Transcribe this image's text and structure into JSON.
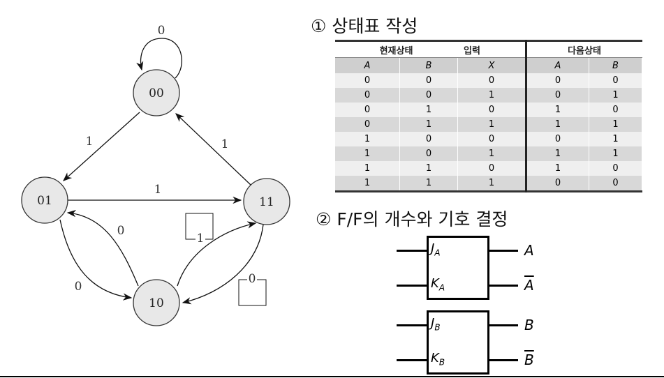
{
  "state_diagram": {
    "states": [
      "00",
      "01",
      "11",
      "10"
    ],
    "edges": [
      {
        "from": "00",
        "to": "00",
        "label": "0"
      },
      {
        "from": "00",
        "to": "01",
        "label": "1"
      },
      {
        "from": "11",
        "to": "00",
        "label": "1"
      },
      {
        "from": "01",
        "to": "11",
        "label": "1"
      },
      {
        "from": "10",
        "to": "01",
        "label": "0"
      },
      {
        "from": "01",
        "to": "10",
        "label": "0"
      },
      {
        "from": "10",
        "to": "11",
        "label": "1"
      },
      {
        "from": "11",
        "to": "10",
        "label": "0"
      }
    ]
  },
  "section1": {
    "title": "① 상태표 작성"
  },
  "table": {
    "group_headers": [
      "현재상태",
      "입력",
      "다음상태"
    ],
    "columns": [
      "A",
      "B",
      "X",
      "A",
      "B"
    ],
    "rows": [
      [
        "0",
        "0",
        "0",
        "0",
        "0"
      ],
      [
        "0",
        "0",
        "1",
        "0",
        "1"
      ],
      [
        "0",
        "1",
        "0",
        "1",
        "0"
      ],
      [
        "0",
        "1",
        "1",
        "1",
        "1"
      ],
      [
        "1",
        "0",
        "0",
        "0",
        "1"
      ],
      [
        "1",
        "0",
        "1",
        "1",
        "1"
      ],
      [
        "1",
        "1",
        "0",
        "1",
        "0"
      ],
      [
        "1",
        "1",
        "1",
        "0",
        "0"
      ]
    ]
  },
  "section2": {
    "title": "② F/F의 개수와 기호 결정"
  },
  "flipflops": [
    {
      "j": "J",
      "k": "K",
      "sub": "A",
      "q": "A",
      "qbar": "A"
    },
    {
      "j": "J",
      "k": "K",
      "sub": "B",
      "q": "B",
      "qbar": "B"
    }
  ]
}
